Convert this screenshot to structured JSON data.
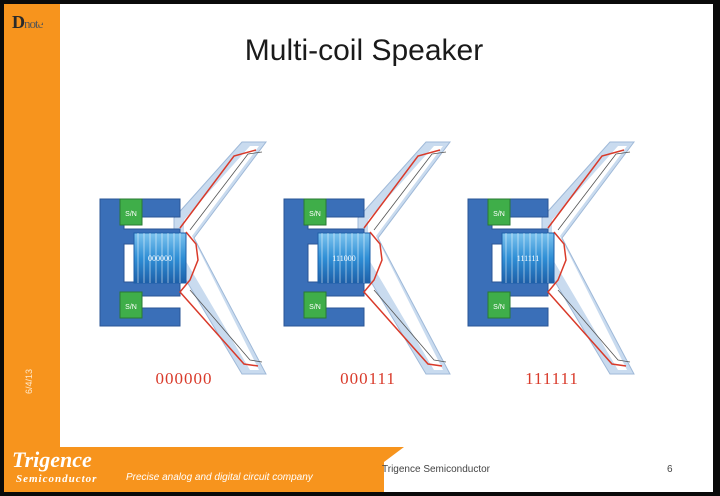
{
  "slide": {
    "title": "Multi-coil Speaker",
    "date": "6/4/13",
    "page_number": "6",
    "company": "Trigence Semiconductor"
  },
  "logo": {
    "main": "D",
    "sub": "note"
  },
  "footer": {
    "brand_line1": "Trigence",
    "brand_line2": "Semiconductor",
    "tagline": "Precise analog and digital circuit company"
  },
  "speakers": [
    {
      "coil_code": "000000",
      "caption": "000000",
      "magnet_top": "S/N",
      "magnet_bottom": "S/N"
    },
    {
      "coil_code": "111000",
      "caption": "000111",
      "magnet_top": "S/N",
      "magnet_bottom": "S/N"
    },
    {
      "coil_code": "111111",
      "caption": "111111",
      "magnet_top": "S/N",
      "magnet_bottom": "S/N"
    }
  ],
  "colors": {
    "accent_orange": "#f7941d",
    "frame_blue": "#3a6fb8",
    "coil_blue": "#2f8fd6",
    "magnet_green": "#3fae49",
    "wire_red": "#d93a2a"
  }
}
